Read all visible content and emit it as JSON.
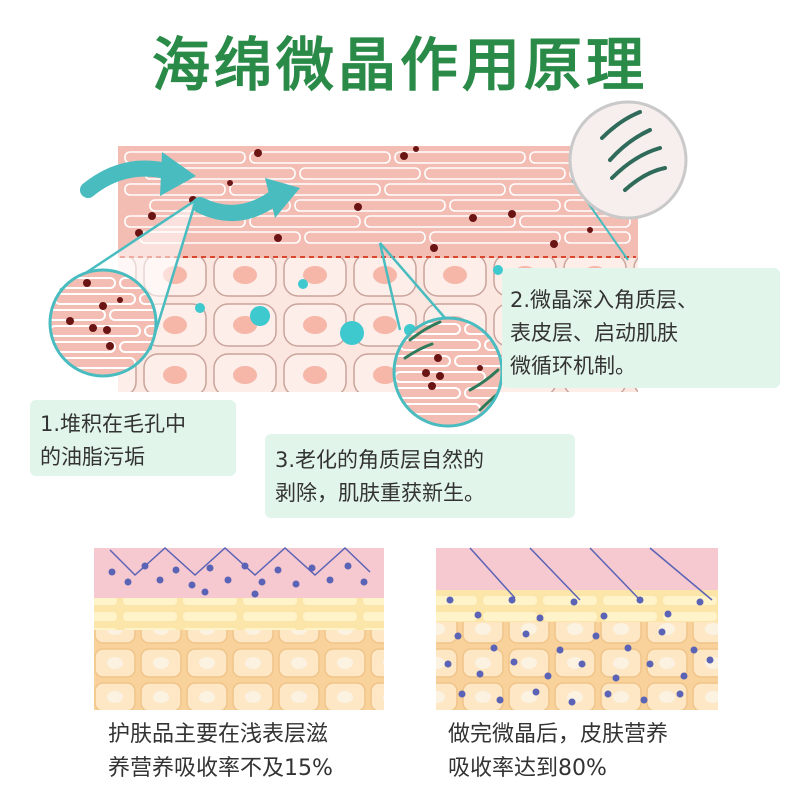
{
  "title": "海绵微晶作用原理",
  "callouts": {
    "c1": [
      "1.堆积在毛孔中",
      "的油脂污垢"
    ],
    "c2": [
      "2.微晶深入角质层、",
      "表皮层、启动肌肤",
      "微循环机制。"
    ],
    "c3": [
      "3.老化的角质层自然的",
      "剥除，肌肤重获新生。"
    ]
  },
  "captions": {
    "left": [
      "护肤品主要在浅表层滋",
      "养营养吸收率不及15%"
    ],
    "right": [
      "做完微晶后，皮肤营养",
      "吸收率达到80%"
    ]
  },
  "colors": {
    "title": "#2a8a48",
    "callout_bg": "#e2f5ea",
    "skin_pink": "#f4c4bc",
    "dirt": "#6b1414",
    "crystal": "#3ec9cf",
    "arrow": "#49bcc0",
    "nutrient": "#5a63b5"
  }
}
